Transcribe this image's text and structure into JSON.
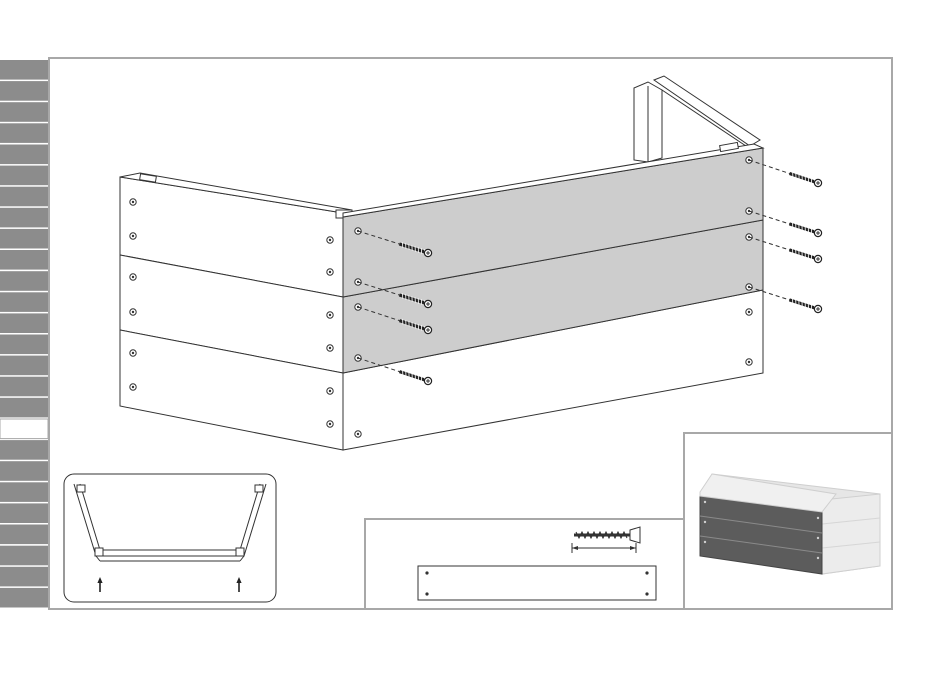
{
  "colors": {
    "frame": "#a8a8a8",
    "tab_fill": "#8c8c8c",
    "tab_line": "#ffffff",
    "board_light": "#ffffff",
    "board_front": "#cdcdcd",
    "line": "#333333",
    "preview_dark": "#5c5c5c",
    "preview_light": "#e6e6e6"
  },
  "sidebar": {
    "tab_count": 26,
    "active_tab": 17
  },
  "screws": {
    "count": 9
  },
  "insets": {
    "top_view": {
      "guide_arrows": 2
    },
    "parts": {
      "screw_count": 1,
      "board_count": 1
    },
    "preview": {
      "highlighted_boards": 3
    }
  }
}
